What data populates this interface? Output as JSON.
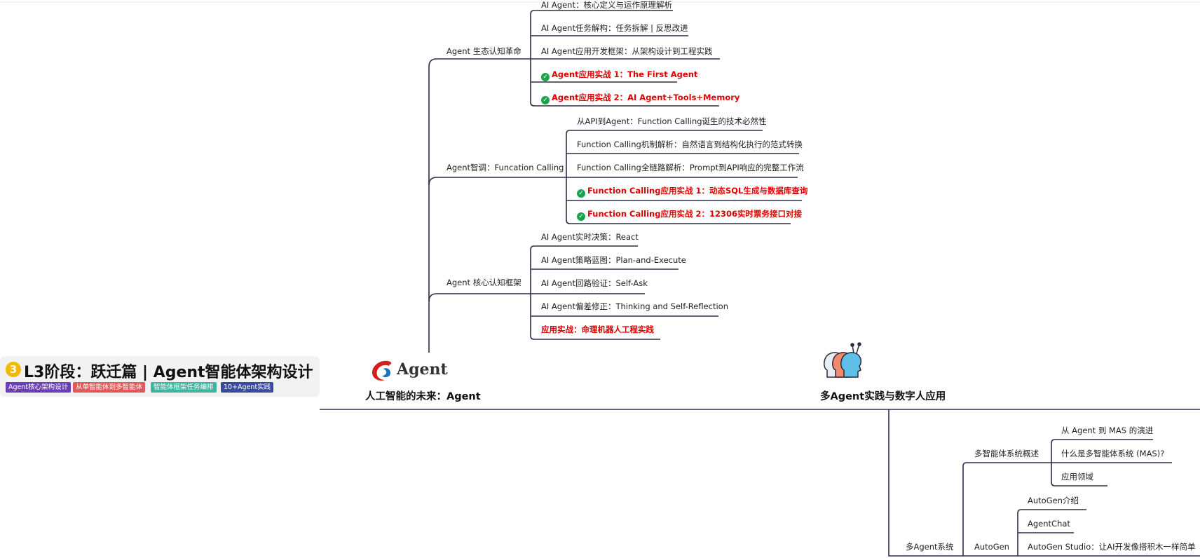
{
  "title": {
    "number": "3",
    "text": "L3阶段：跃迁篇 | Agent智能体架构设计"
  },
  "tags": [
    {
      "label": "Agent核心架构设计",
      "color": "#6a3fb5"
    },
    {
      "label": "从单智能体到多智能体",
      "color": "#e05a5a"
    },
    {
      "label": "智能体框架任务编排",
      "color": "#3fb59e"
    },
    {
      "label": "10+Agent实践",
      "color": "#3a4a9e"
    }
  ],
  "branch1": {
    "logo_text": "Agent",
    "title": "人工智能的未来：Agent",
    "groups": [
      {
        "label": "Agent 生态认知革命",
        "items": [
          {
            "text": "AI Agent：核心定义与运作原理解析",
            "done": false
          },
          {
            "text": "AI Agent任务解构：任务拆解 | 反思改进",
            "done": false
          },
          {
            "text": "AI Agent应用开发框架：从架构设计到工程实践",
            "done": false
          },
          {
            "text": "Agent应用实战 1：The First Agent",
            "done": true
          },
          {
            "text": "Agent应用实战 2：AI Agent+Tools+Memory",
            "done": true
          }
        ]
      },
      {
        "label": "Agent智调：Funcation Calling",
        "items": [
          {
            "text": "从API到Agent：Function Calling诞生的技术必然性",
            "done": false
          },
          {
            "text": "Function Calling机制解析：自然语言到结构化执行的范式转换",
            "done": false
          },
          {
            "text": "Function Calling全链路解析：Prompt到API响应的完整工作流",
            "done": false
          },
          {
            "text": "Function Calling应用实战 1：动态SQL生成与数据库查询",
            "done": true
          },
          {
            "text": "Function Calling应用实战 2：12306实时票务接口对接",
            "done": true
          }
        ]
      },
      {
        "label": "Agent 核心认知框架",
        "items": [
          {
            "text": "AI Agent实时决策：React",
            "done": false
          },
          {
            "text": "AI Agent策略蓝图：Plan-and-Execute",
            "done": false
          },
          {
            "text": "AI Agent回路验证：Self-Ask",
            "done": false
          },
          {
            "text": "AI Agent偏差修正：Thinking and Self-Reflection",
            "done": false
          },
          {
            "text": "应用实战：命理机器人工程实践",
            "red": true,
            "done": false
          }
        ]
      }
    ]
  },
  "branch2": {
    "title": "多Agent实践与数字人应用",
    "group_label": "多Agent系统",
    "groups": [
      {
        "label": "多智能体系统概述",
        "items": [
          "从 Agent 到 MAS 的演进",
          "什么是多智能体系统 (MAS)?",
          "应用领域"
        ]
      },
      {
        "label": "AutoGen",
        "items": [
          "AutoGen介绍",
          "AgentChat",
          "AutoGen Studio：让AI开发像搭积木一样简单"
        ]
      }
    ]
  }
}
